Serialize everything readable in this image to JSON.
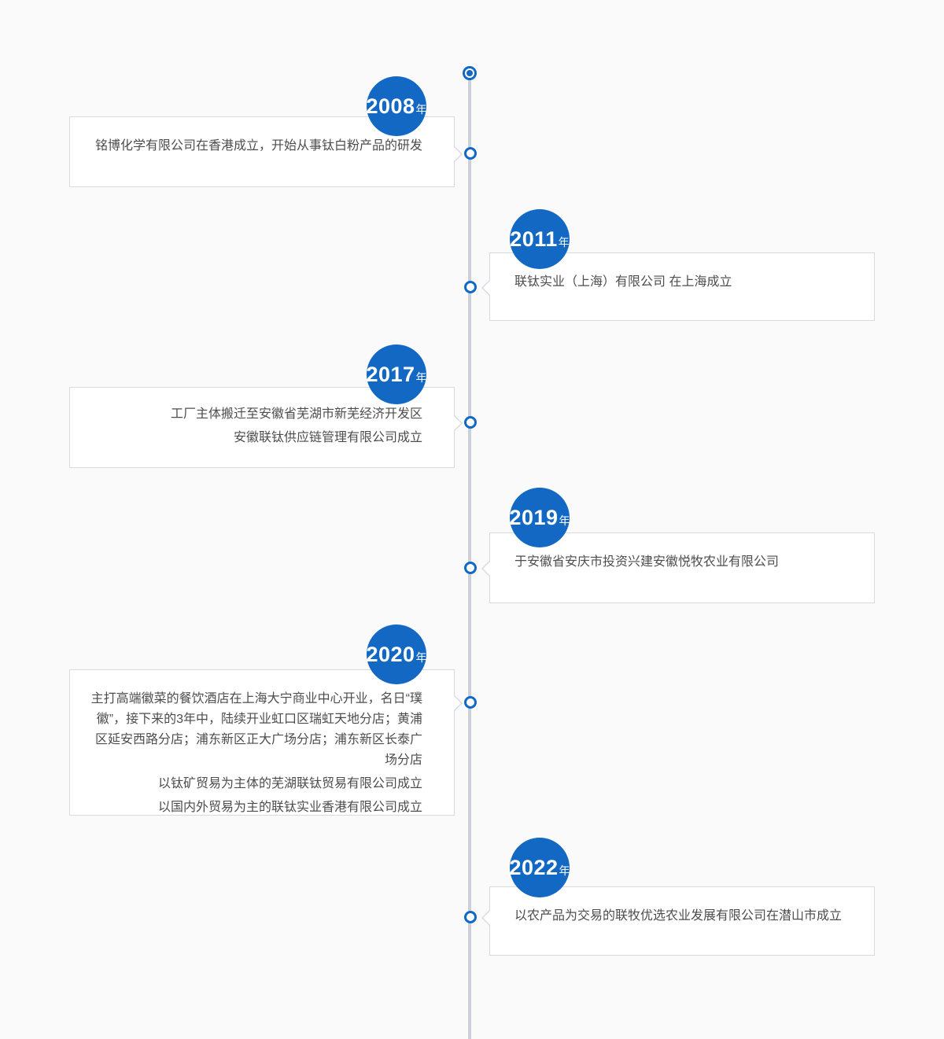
{
  "colors": {
    "accent_blue": "#1268c3",
    "timeline_line_gray": "#ccd1d9",
    "card_border_gray": "#d8dade",
    "text_gray": "#4d4d4d",
    "card_background": "#ffffff",
    "page_background": "#fafafa"
  },
  "timeline": {
    "events": [
      {
        "year": "2008",
        "suffix": "年",
        "side": "left",
        "lines": [
          "铭博化学有限公司在香港成立，开始从事钛白粉产品的研发"
        ]
      },
      {
        "year": "2011",
        "suffix": "年",
        "side": "right",
        "lines": [
          "联钛实业（上海）有限公司 在上海成立"
        ]
      },
      {
        "year": "2017",
        "suffix": "年",
        "side": "left",
        "lines": [
          "工厂主体搬迁至安徽省芜湖市新芜经济开发区",
          "安徽联钛供应链管理有限公司成立"
        ]
      },
      {
        "year": "2019",
        "suffix": "年",
        "side": "right",
        "lines": [
          "于安徽省安庆市投资兴建安徽悦牧农业有限公司"
        ]
      },
      {
        "year": "2020",
        "suffix": "年",
        "side": "left",
        "lines": [
          "主打高端徽菜的餐饮酒店在上海大宁商业中心开业，名日“璞徽”，接下来的3年中，陆续开业虹口区瑞虹天地分店；黄浦区延安西路分店；浦东新区正大广场分店；浦东新区长泰广场分店",
          "以钛矿贸易为主体的芜湖联钛贸易有限公司成立",
          "以国内外贸易为主的联钛实业香港有限公司成立"
        ]
      },
      {
        "year": "2022",
        "suffix": "年",
        "side": "right",
        "lines": [
          "以农产品为交易的联牧优选农业发展有限公司在潜山市成立"
        ]
      }
    ]
  }
}
